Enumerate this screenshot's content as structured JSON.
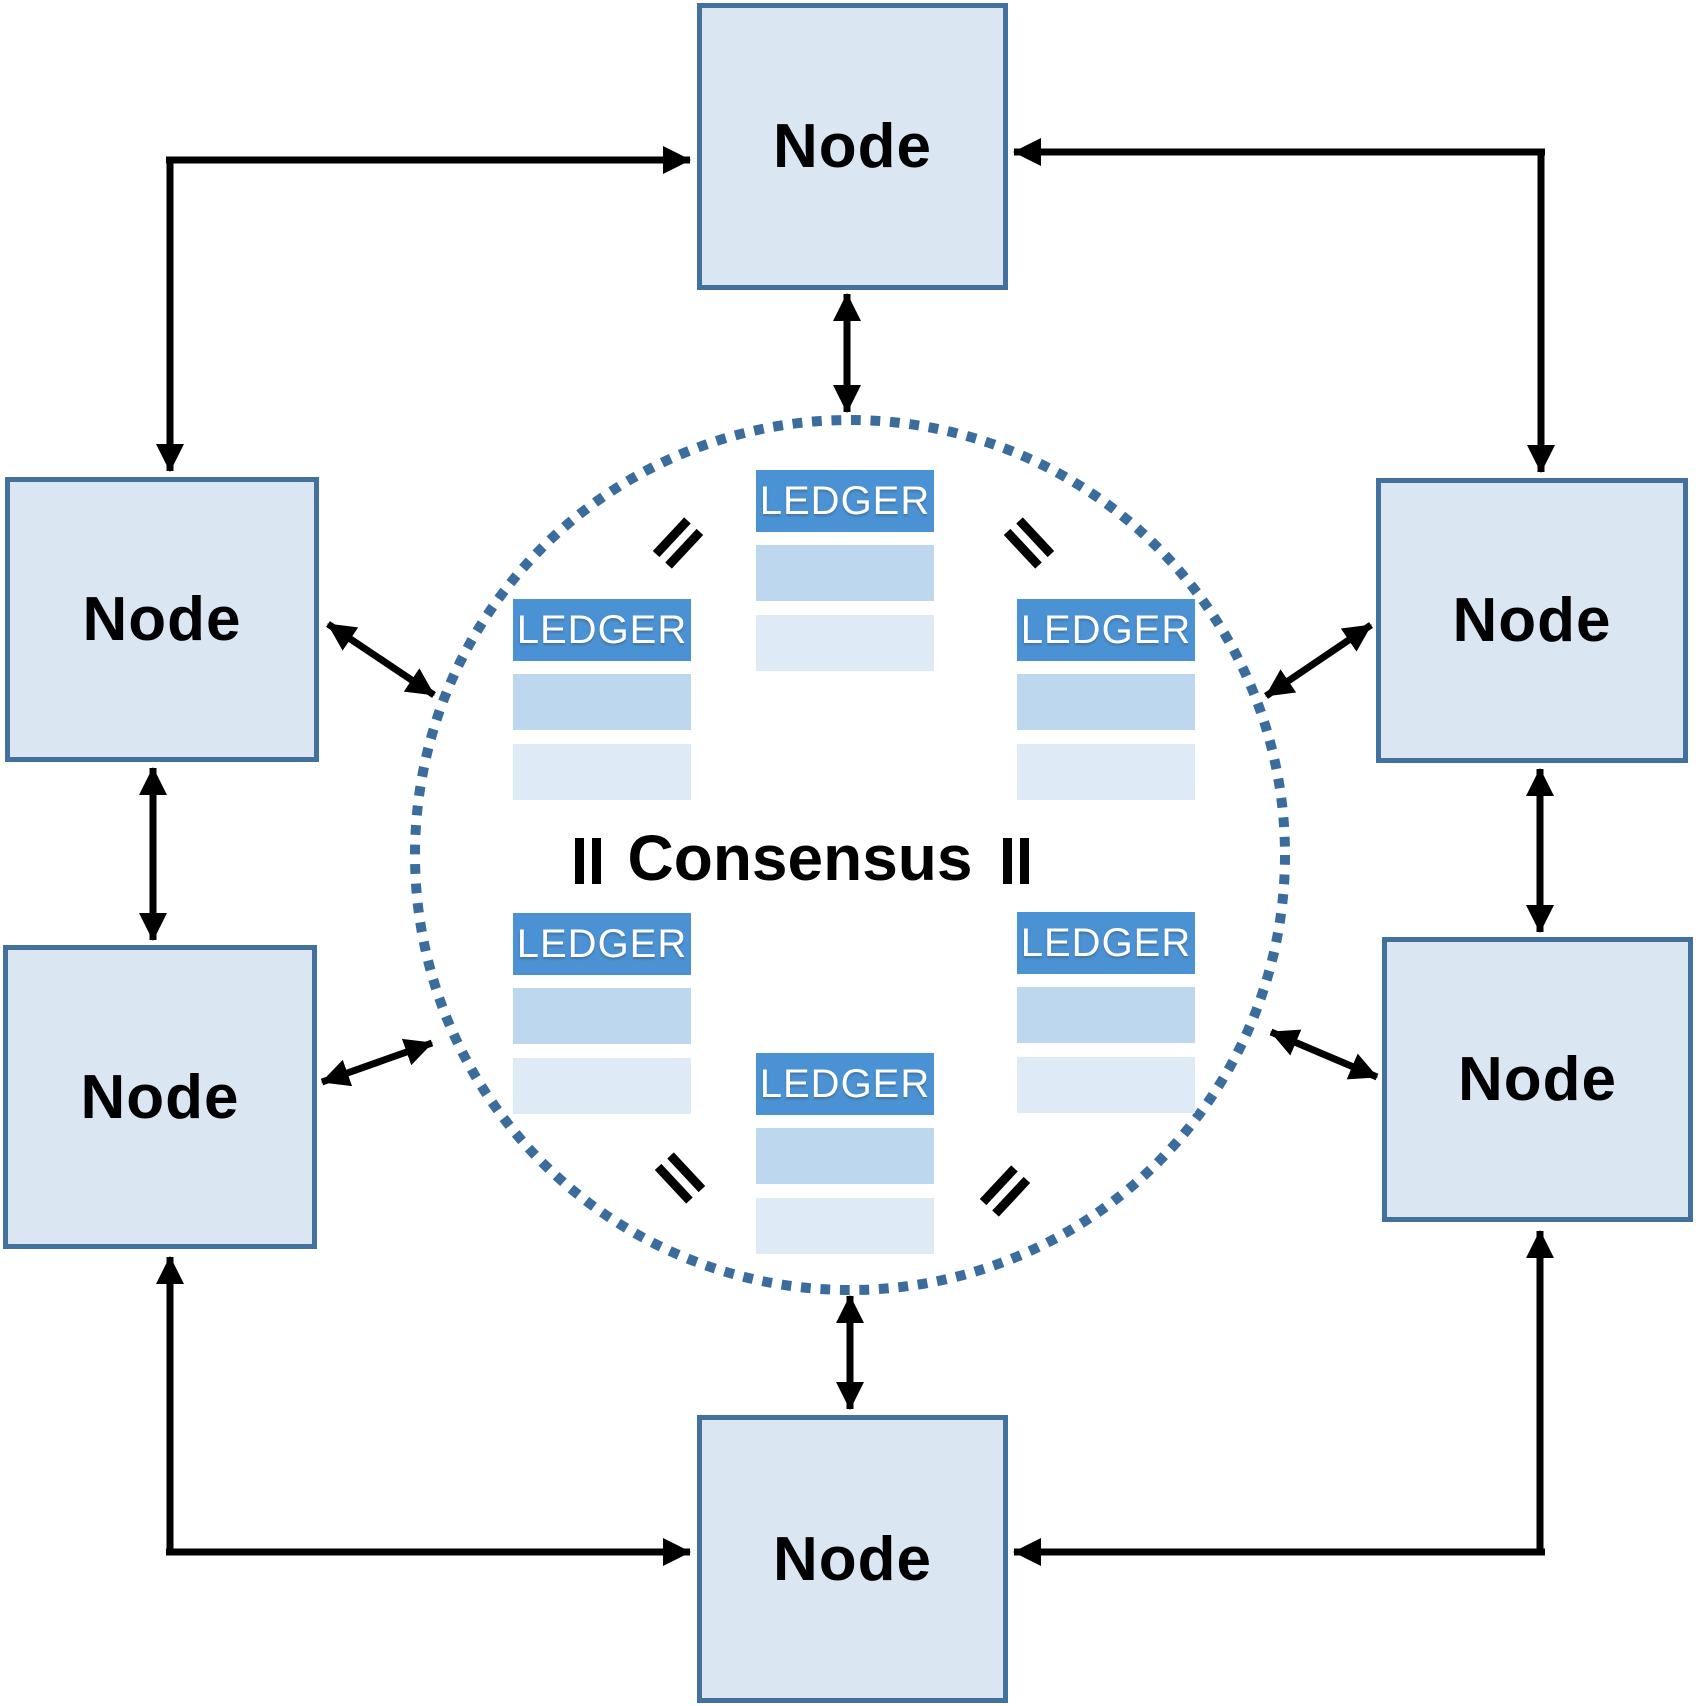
{
  "nodes": [
    {
      "id": "top",
      "label": "Node"
    },
    {
      "id": "left-upper",
      "label": "Node"
    },
    {
      "id": "left-lower",
      "label": "Node"
    },
    {
      "id": "right-upper",
      "label": "Node"
    },
    {
      "id": "right-lower",
      "label": "Node"
    },
    {
      "id": "bottom",
      "label": "Node"
    }
  ],
  "ledgers": [
    {
      "id": "top",
      "label": "LEDGER"
    },
    {
      "id": "upper-left",
      "label": "LEDGER"
    },
    {
      "id": "upper-right",
      "label": "LEDGER"
    },
    {
      "id": "lower-left",
      "label": "LEDGER"
    },
    {
      "id": "lower-right",
      "label": "LEDGER"
    },
    {
      "id": "bottom",
      "label": "LEDGER"
    }
  ],
  "center": {
    "label": "Consensus"
  },
  "colors": {
    "node_fill": "#dbe6f3",
    "node_border": "#41719c",
    "ledger_header": "#4b92d4",
    "ledger_row1": "#bdd7ee",
    "ledger_row2": "#deeaf6",
    "circle_dots": "#3a6d9e",
    "arrow": "#000000"
  }
}
